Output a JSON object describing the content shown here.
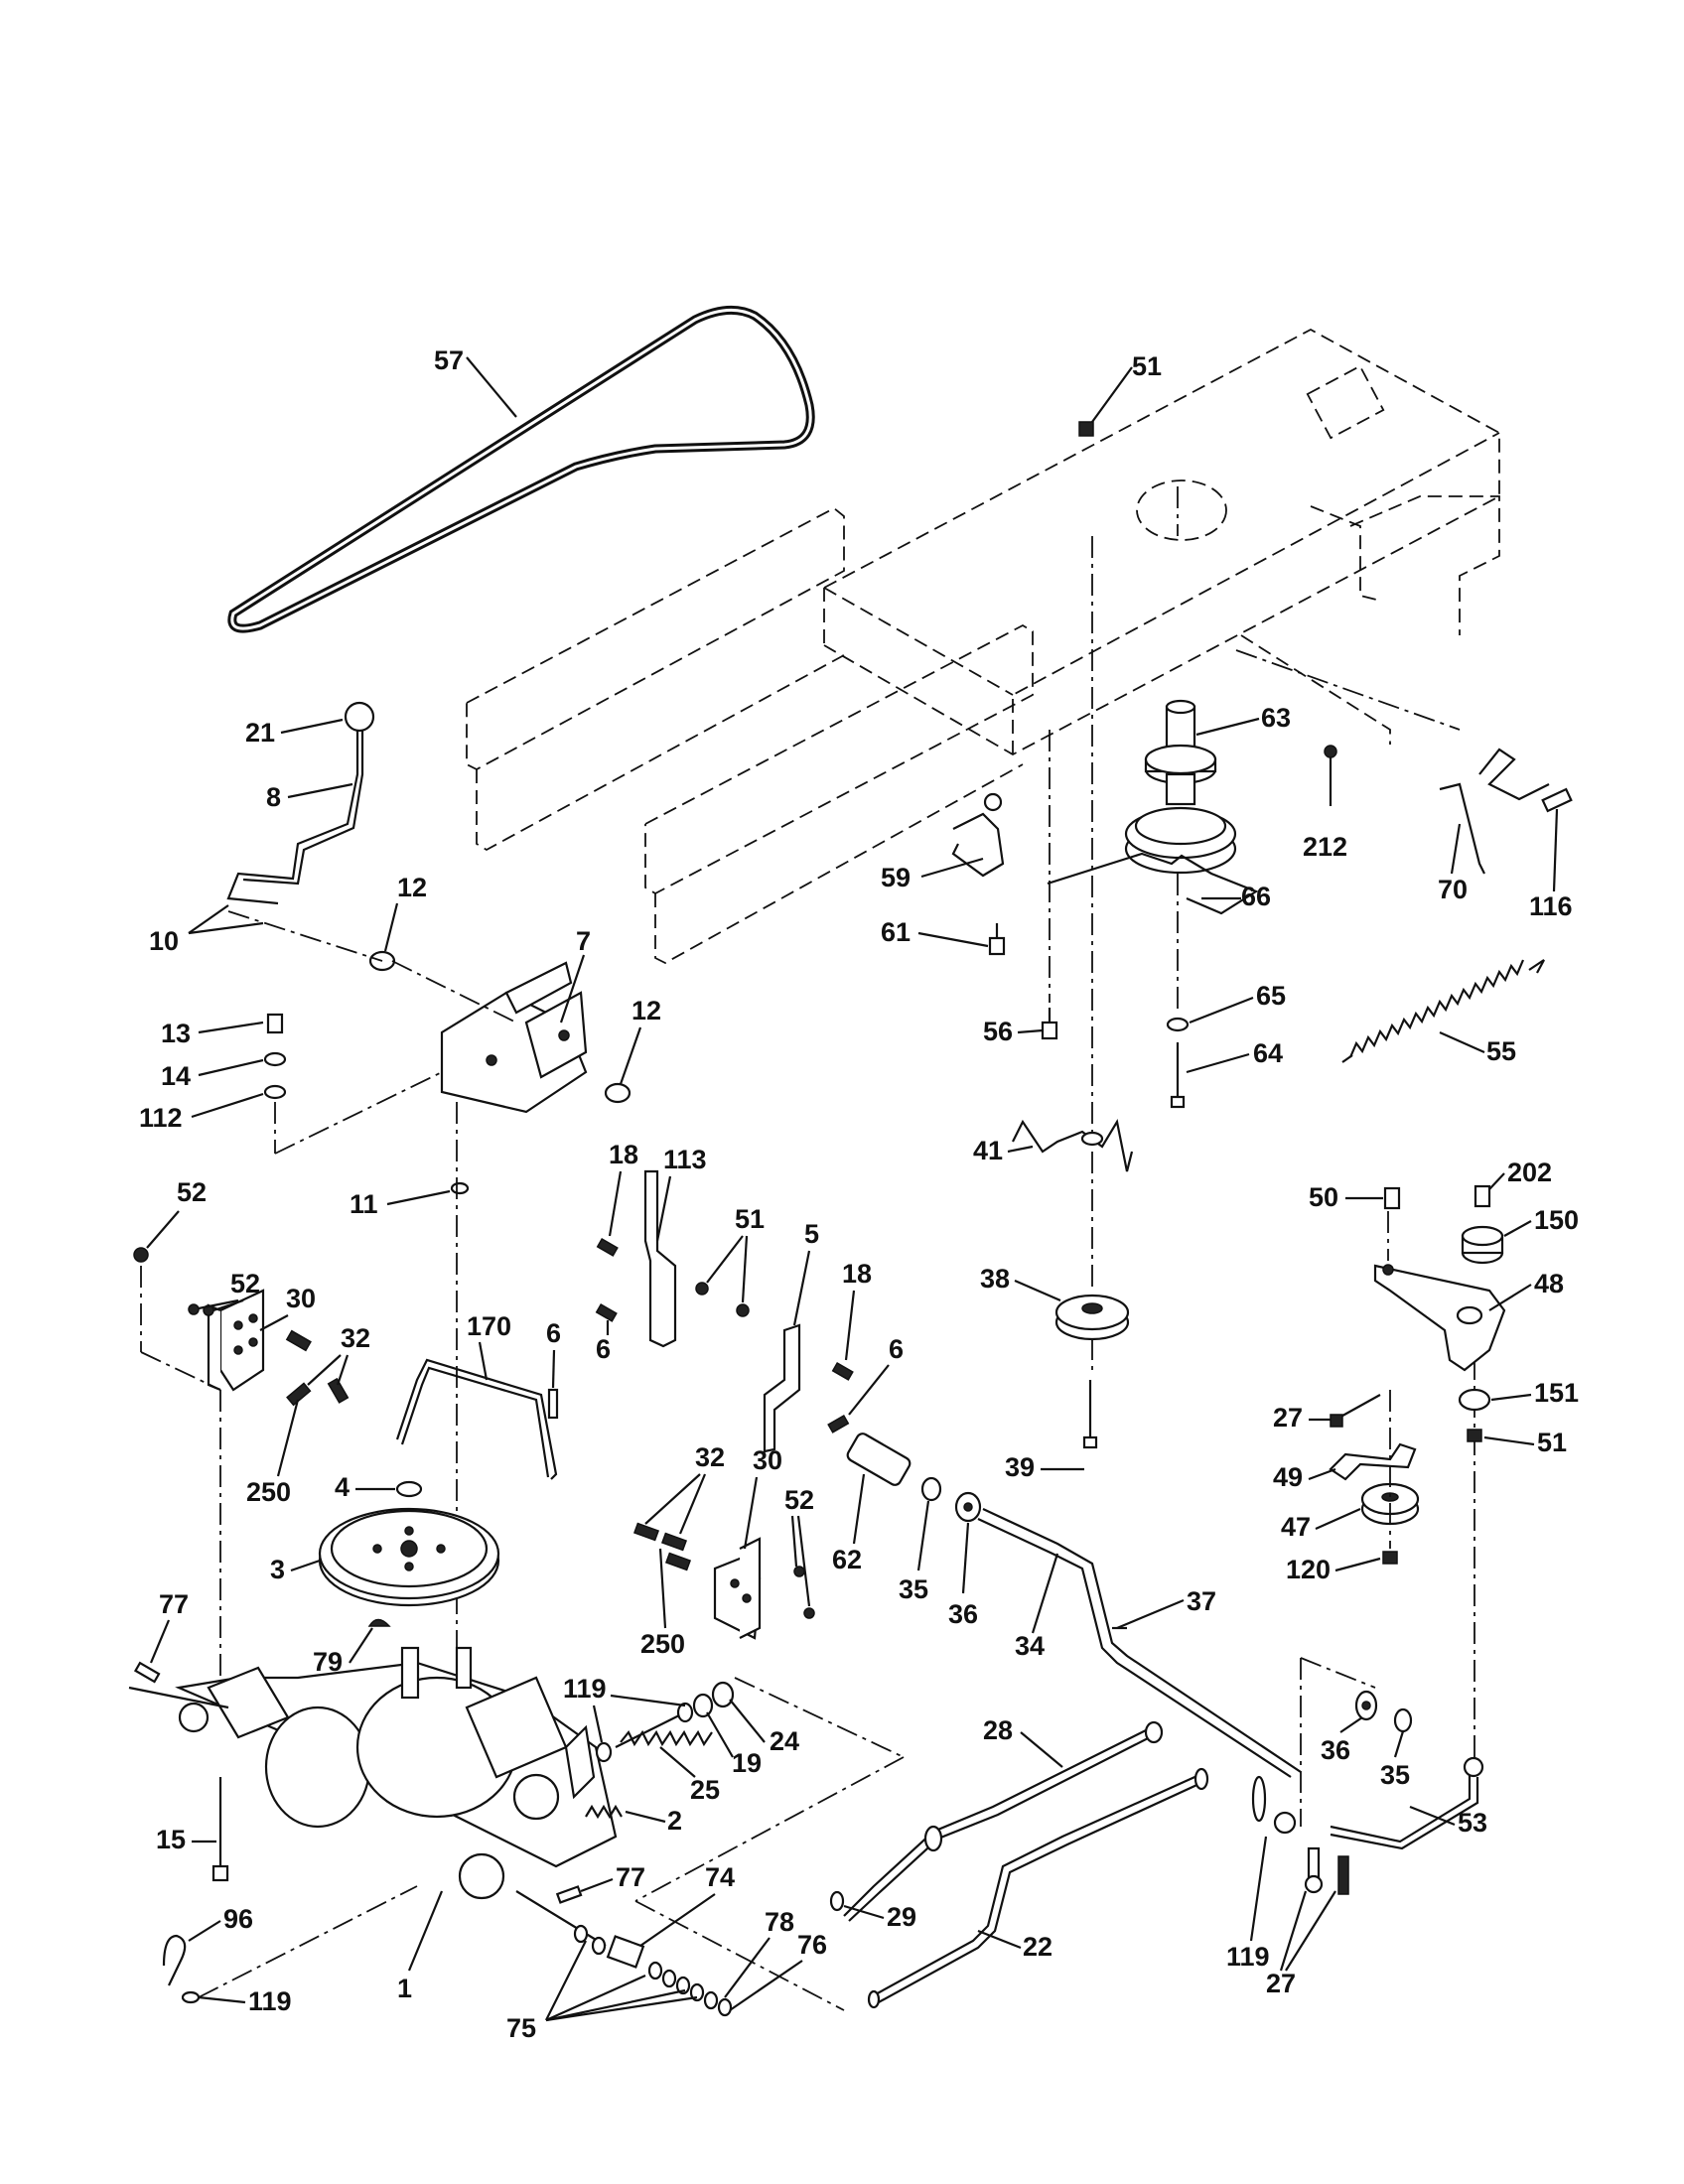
{
  "diagram": {
    "labels": [
      {
        "id": "57",
        "text": "57"
      },
      {
        "id": "51a",
        "text": "51"
      },
      {
        "id": "21",
        "text": "21"
      },
      {
        "id": "8",
        "text": "8"
      },
      {
        "id": "12a",
        "text": "12"
      },
      {
        "id": "10",
        "text": "10"
      },
      {
        "id": "7",
        "text": "7"
      },
      {
        "id": "13",
        "text": "13"
      },
      {
        "id": "12b",
        "text": "12"
      },
      {
        "id": "14",
        "text": "14"
      },
      {
        "id": "112",
        "text": "112"
      },
      {
        "id": "63",
        "text": "63"
      },
      {
        "id": "212",
        "text": "212"
      },
      {
        "id": "70",
        "text": "70"
      },
      {
        "id": "116",
        "text": "116"
      },
      {
        "id": "59",
        "text": "59"
      },
      {
        "id": "66",
        "text": "66"
      },
      {
        "id": "61",
        "text": "61"
      },
      {
        "id": "65",
        "text": "65"
      },
      {
        "id": "56",
        "text": "56"
      },
      {
        "id": "64",
        "text": "64"
      },
      {
        "id": "55",
        "text": "55"
      },
      {
        "id": "41",
        "text": "41"
      },
      {
        "id": "52a",
        "text": "52"
      },
      {
        "id": "11",
        "text": "11"
      },
      {
        "id": "18a",
        "text": "18"
      },
      {
        "id": "113",
        "text": "113"
      },
      {
        "id": "51b",
        "text": "51"
      },
      {
        "id": "5",
        "text": "5"
      },
      {
        "id": "18b",
        "text": "18"
      },
      {
        "id": "6a",
        "text": "6"
      },
      {
        "id": "6b",
        "text": "6"
      },
      {
        "id": "50",
        "text": "50"
      },
      {
        "id": "202",
        "text": "202"
      },
      {
        "id": "150",
        "text": "150"
      },
      {
        "id": "48",
        "text": "48"
      },
      {
        "id": "38",
        "text": "38"
      },
      {
        "id": "52b",
        "text": "52"
      },
      {
        "id": "30a",
        "text": "30"
      },
      {
        "id": "32a",
        "text": "32"
      },
      {
        "id": "170",
        "text": "170"
      },
      {
        "id": "6c",
        "text": "6"
      },
      {
        "id": "27a",
        "text": "27"
      },
      {
        "id": "151",
        "text": "151"
      },
      {
        "id": "51c",
        "text": "51"
      },
      {
        "id": "39",
        "text": "39"
      },
      {
        "id": "250a",
        "text": "250"
      },
      {
        "id": "49",
        "text": "49"
      },
      {
        "id": "4",
        "text": "4"
      },
      {
        "id": "32b",
        "text": "32"
      },
      {
        "id": "30b",
        "text": "30"
      },
      {
        "id": "52c",
        "text": "52"
      },
      {
        "id": "47",
        "text": "47"
      },
      {
        "id": "3",
        "text": "3"
      },
      {
        "id": "62",
        "text": "62"
      },
      {
        "id": "120",
        "text": "120"
      },
      {
        "id": "35a",
        "text": "35"
      },
      {
        "id": "36a",
        "text": "36"
      },
      {
        "id": "37",
        "text": "37"
      },
      {
        "id": "77a",
        "text": "77"
      },
      {
        "id": "250b",
        "text": "250"
      },
      {
        "id": "34",
        "text": "34"
      },
      {
        "id": "79",
        "text": "79"
      },
      {
        "id": "119a",
        "text": "119"
      },
      {
        "id": "24",
        "text": "24"
      },
      {
        "id": "19",
        "text": "19"
      },
      {
        "id": "28",
        "text": "28"
      },
      {
        "id": "25",
        "text": "25"
      },
      {
        "id": "36b",
        "text": "36"
      },
      {
        "id": "35b",
        "text": "35"
      },
      {
        "id": "2",
        "text": "2"
      },
      {
        "id": "53",
        "text": "53"
      },
      {
        "id": "15",
        "text": "15"
      },
      {
        "id": "77b",
        "text": "77"
      },
      {
        "id": "74",
        "text": "74"
      },
      {
        "id": "29",
        "text": "29"
      },
      {
        "id": "96",
        "text": "96"
      },
      {
        "id": "78",
        "text": "78"
      },
      {
        "id": "76",
        "text": "76"
      },
      {
        "id": "22",
        "text": "22"
      },
      {
        "id": "119b",
        "text": "119"
      },
      {
        "id": "27b",
        "text": "27"
      },
      {
        "id": "1",
        "text": "1"
      },
      {
        "id": "119c",
        "text": "119"
      },
      {
        "id": "75",
        "text": "75"
      }
    ]
  }
}
